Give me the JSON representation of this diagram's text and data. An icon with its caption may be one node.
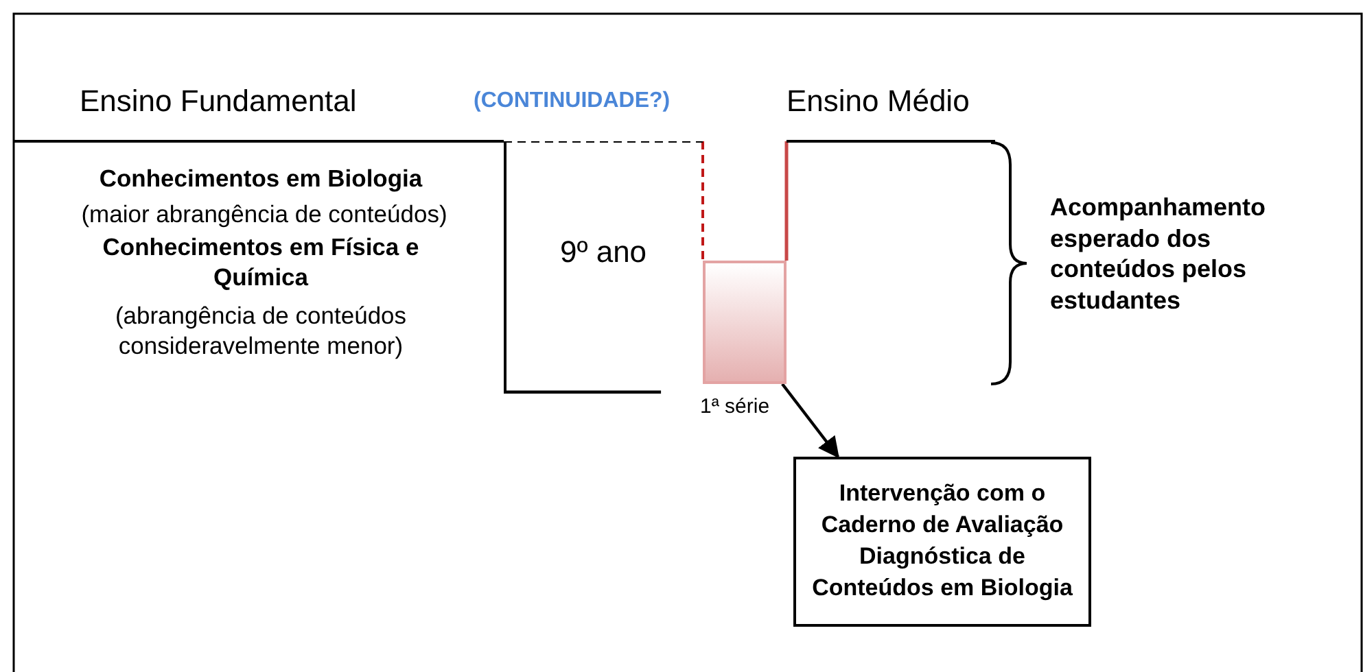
{
  "diagram": {
    "nodes": [
      {
        "text": [
          "9º ano"
        ]
      },
      {
        "text": [],
        "shape": "box",
        "beside": [
          "1ª série"
        ]
      },
      {
        "text": [
          "Intervenção com o Caderno de Avaliação Diagnóstica de Conteúdos em Biologia"
        ]
      }
    ],
    "edges": [
      {
        "from": 1,
        "to": 2,
        "arrow": "to"
      }
    ],
    "labels": [
      "Ensino Fundamental",
      "(CONTINUIDADE?)",
      "Ensino Médio",
      "Conhecimentos em Biologia",
      "(maior abrangência de conteúdos)",
      "Conhecimentos em Física e Química",
      "(abrangência de conteúdos consideravelmente menor)",
      "Acompanhamento esperado dos conteúdos pelos estudantes"
    ]
  }
}
